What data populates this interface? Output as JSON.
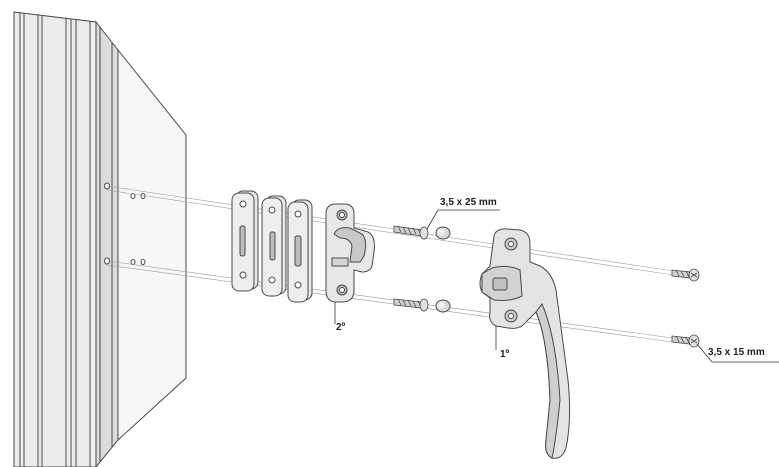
{
  "labels": {
    "long_screw": "3,5 x 25 mm",
    "short_screw": "3,5 x 15 mm",
    "step_first": "1º",
    "step_second": "2º"
  },
  "colors": {
    "stroke": "#4a4a4a",
    "part_fill": "#e6e6e6",
    "part_shade": "#bdbdbd",
    "profile_fill": "#f2f2f2"
  },
  "icons": [
    "window-profile",
    "spacer-plate",
    "keeper-bracket",
    "screw-cap",
    "wood-screw",
    "window-handle"
  ]
}
